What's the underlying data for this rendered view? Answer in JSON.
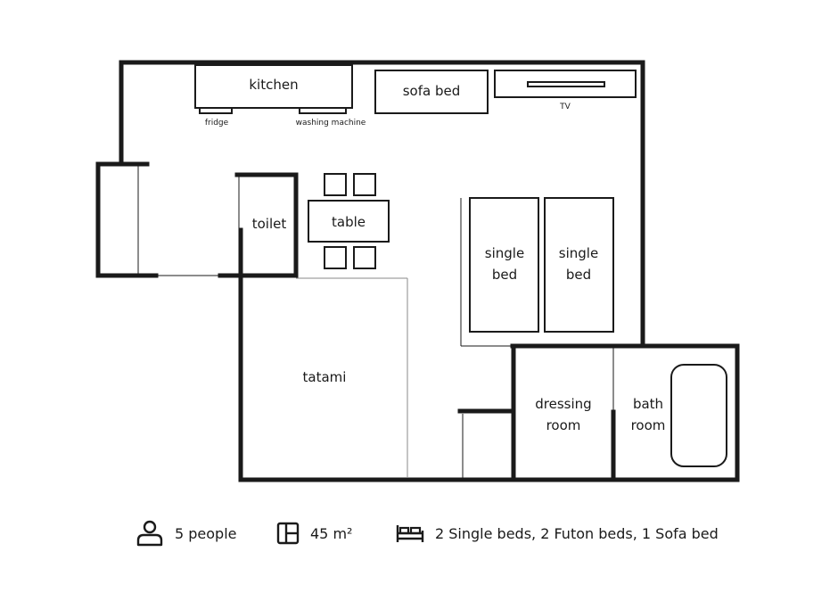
{
  "floorplan": {
    "rooms": {
      "kitchen": "kitchen",
      "sofa_bed": "sofa bed",
      "tv": "TV",
      "fridge": "fridge",
      "washing_machine": "washing machine",
      "toilet": "toilet",
      "table": "table",
      "single_bed_1": [
        "single",
        "bed"
      ],
      "single_bed_2": [
        "single",
        "bed"
      ],
      "tatami": "tatami",
      "dressing_room": [
        "dressing",
        "room"
      ],
      "bath_room": [
        "bath",
        "room"
      ]
    }
  },
  "footer": {
    "people": {
      "icon": "person-icon",
      "text": "5 people"
    },
    "area": {
      "icon": "floorplan-icon",
      "text": "45 m²"
    },
    "beds": {
      "icon": "bed-icon",
      "text": "2 Single beds, 2 Futon beds, 1 Sofa bed"
    }
  }
}
